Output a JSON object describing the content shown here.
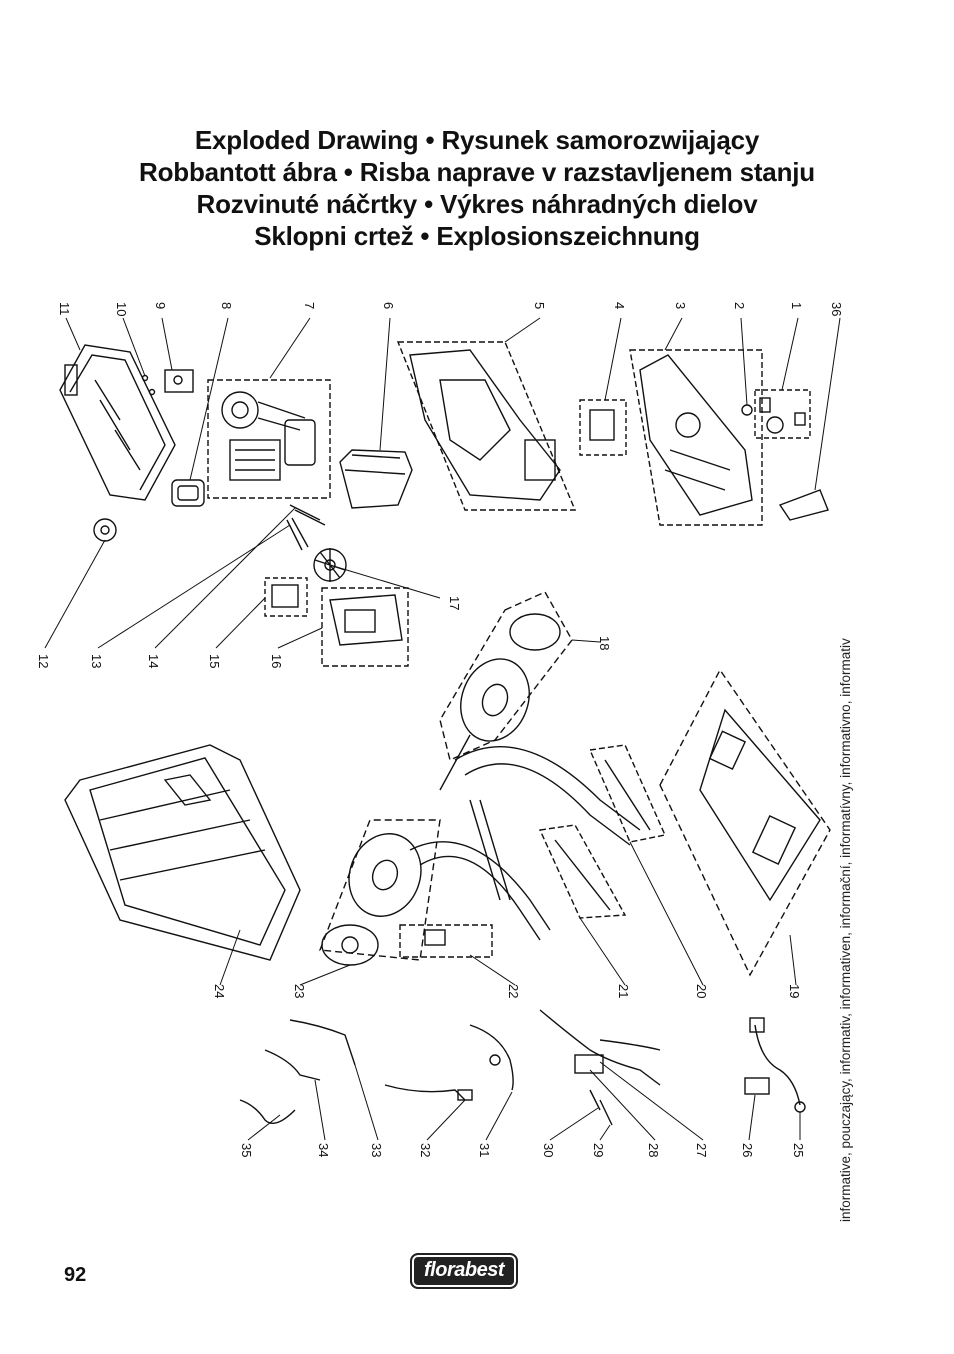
{
  "title_lines": [
    "Exploded Drawing • Rysunek samorozwijający",
    "Robbantott ábra • Risba naprave v razstavljenem stanju",
    "Rozvinuté náčrtky • Výkres náhradných dielov",
    "Sklopni crtež • Explosionszeichnung"
  ],
  "side_note": "informative, pouczający, informativ, informativen, informační, informatívny, informativno, informativ",
  "page_number": "92",
  "logo_text": "florabest",
  "part_numbers": [
    "1",
    "2",
    "3",
    "4",
    "5",
    "6",
    "7",
    "8",
    "9",
    "10",
    "11",
    "12",
    "13",
    "14",
    "15",
    "16",
    "17",
    "18",
    "19",
    "20",
    "21",
    "22",
    "23",
    "24",
    "25",
    "26",
    "27",
    "28",
    "29",
    "30",
    "31",
    "32",
    "33",
    "34",
    "35",
    "36"
  ],
  "colors": {
    "ink": "#111111",
    "logo_bg": "#222222"
  }
}
